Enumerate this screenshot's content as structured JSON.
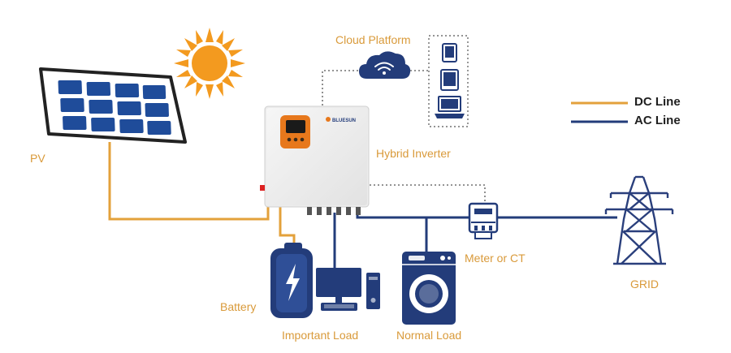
{
  "labels": {
    "cloud_platform": "Cloud Platform",
    "pv": "PV",
    "hybrid_inverter": "Hybrid Inverter",
    "meter_or_ct": "Meter or CT",
    "grid": "GRID",
    "battery": "Battery",
    "important_load": "Important Load",
    "normal_load": "Normal Load",
    "brand": "BLUESUN"
  },
  "legend": {
    "dc_line": "DC Line",
    "ac_line": "AC Line"
  },
  "colors": {
    "dc_line": "#E3A13B",
    "ac_line": "#233C7A",
    "label_orange": "#D99A3A",
    "panel_blue": "#1F4C9A",
    "sun_orange": "#F39A1F",
    "inverter_body": "#ECECEC",
    "inverter_screen": "#E7781C",
    "tower_blue": "#2A3F7C"
  },
  "icons": [
    "sun-icon",
    "solar-panel-icon",
    "cloud-wifi-icon",
    "tablet-icon",
    "phone-icon",
    "laptop-icon",
    "inverter-icon",
    "meter-icon",
    "transmission-tower-icon",
    "battery-icon",
    "computer-icon",
    "washing-machine-icon"
  ]
}
